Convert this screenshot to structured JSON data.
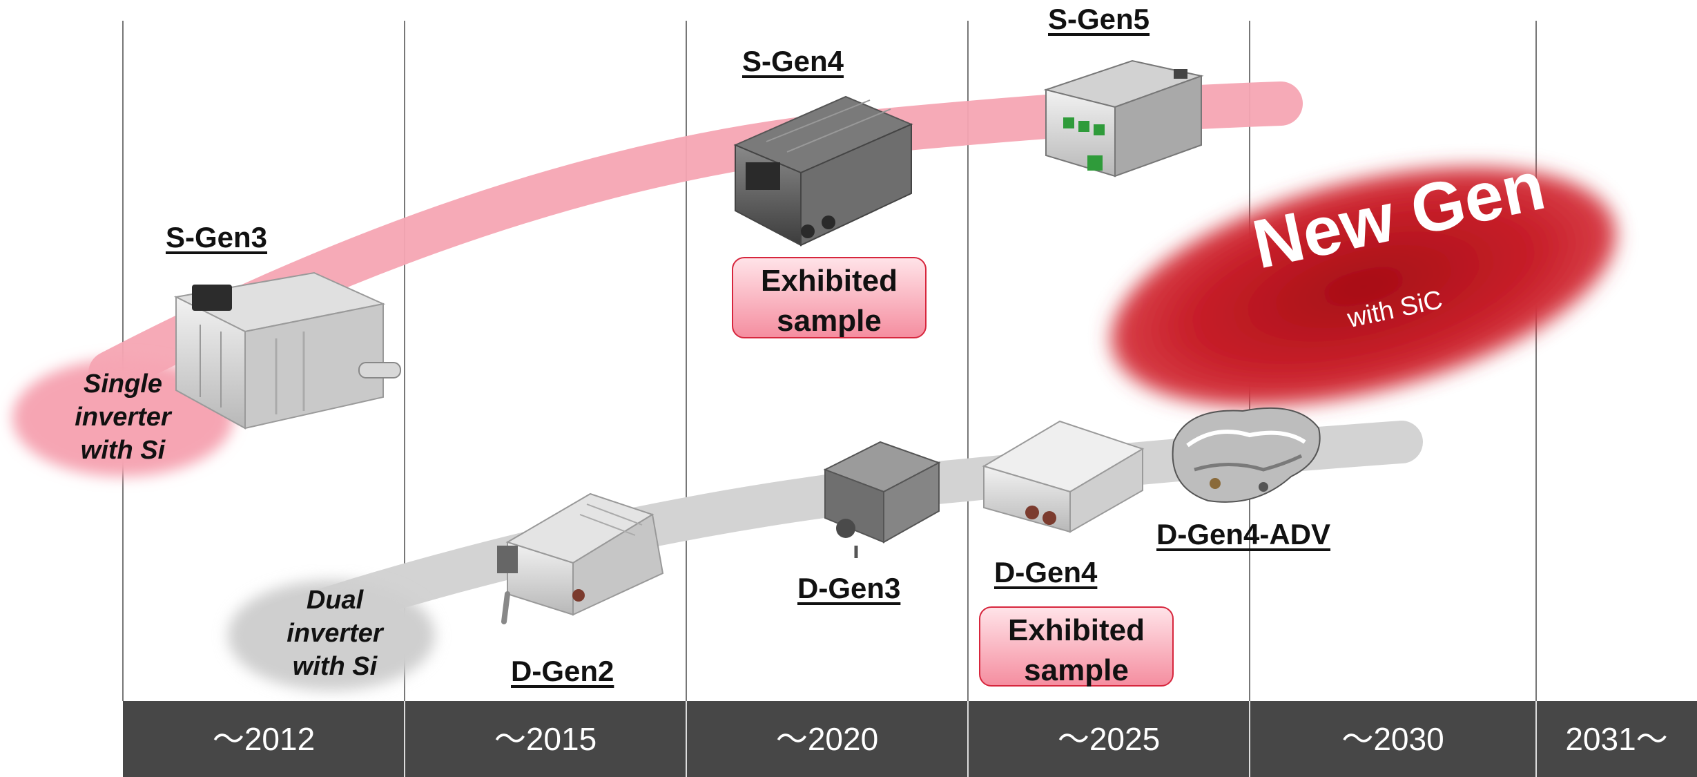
{
  "timeline": {
    "periods": [
      "～2012",
      "～2015",
      "～2020",
      "～2025",
      "～2030",
      "2031～"
    ]
  },
  "categories": {
    "single": "Single\ninverter\nwith Si",
    "dual": "Dual\ninverter\nwith Si"
  },
  "products": {
    "s_gen3": "S-Gen3",
    "s_gen4": "S-Gen4",
    "s_gen5": "S-Gen5",
    "d_gen2": "D-Gen2",
    "d_gen3": "D-Gen3",
    "d_gen4": "D-Gen4",
    "d_gen4_adv": "D-Gen4-ADV"
  },
  "badges": {
    "s_gen4": {
      "line1": "Exhibited",
      "line2": "sample"
    },
    "d_gen4": {
      "line1": "Exhibited",
      "line2": "sample"
    }
  },
  "new_gen": {
    "title": "New Gen",
    "subtitle": "with SiC"
  },
  "colors": {
    "single_band": "#f6a5b3",
    "dual_band": "#cfcfcf",
    "new_gen": "#b5121b",
    "year_bar": "#474747"
  }
}
